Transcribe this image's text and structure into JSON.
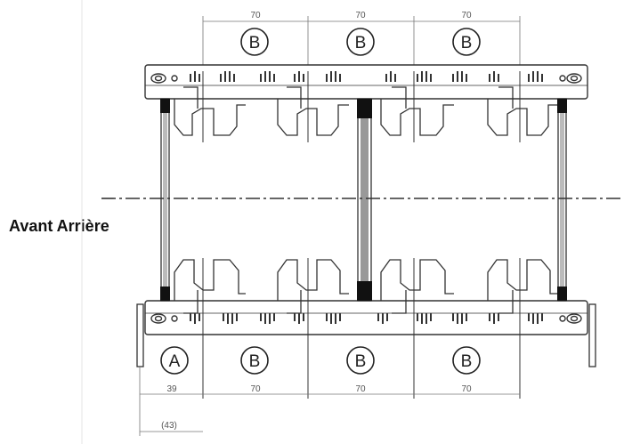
{
  "side_label": "Avant Arrière",
  "top_dimensions": [
    "70",
    "70",
    "70"
  ],
  "top_markers": [
    "B",
    "B",
    "B"
  ],
  "bottom_markers": [
    "A",
    "B",
    "B",
    "B"
  ],
  "bottom_dimensions": [
    "39",
    "70",
    "70",
    "70"
  ],
  "bottom_offset_dimension": "(43)"
}
